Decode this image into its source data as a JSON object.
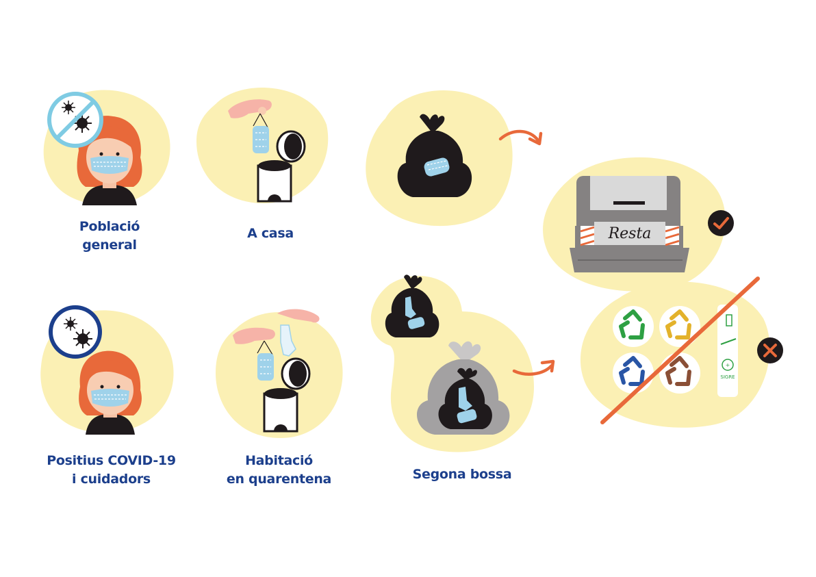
{
  "labels": {
    "poblacio": {
      "line1": "Població",
      "line2": "general"
    },
    "a_casa": "A casa",
    "positius": {
      "line1": "Positius COVID-19",
      "line2": "i cuidadors"
    },
    "habitacio": {
      "line1": "Habitació",
      "line2": "en quarentena"
    },
    "segona_bossa": "Segona bossa"
  },
  "bin": {
    "label": "Resta"
  },
  "pharmacy": {
    "label": "SIGRE"
  },
  "colors": {
    "blob": "#fbf0b4",
    "label": "#1c3f8c",
    "arrow": "#e8693a",
    "bag": "#1f1a1c",
    "bag_grey": "#a3a1a2",
    "mask": "#9fd2ea",
    "hair": "#e8693a",
    "recycle_green": "#2ea043",
    "recycle_yellow": "#e3b22b",
    "recycle_blue": "#2955a5",
    "recycle_brown": "#8a4f36"
  },
  "status": {
    "allowed": "check-icon",
    "forbidden": "cross-icon"
  }
}
